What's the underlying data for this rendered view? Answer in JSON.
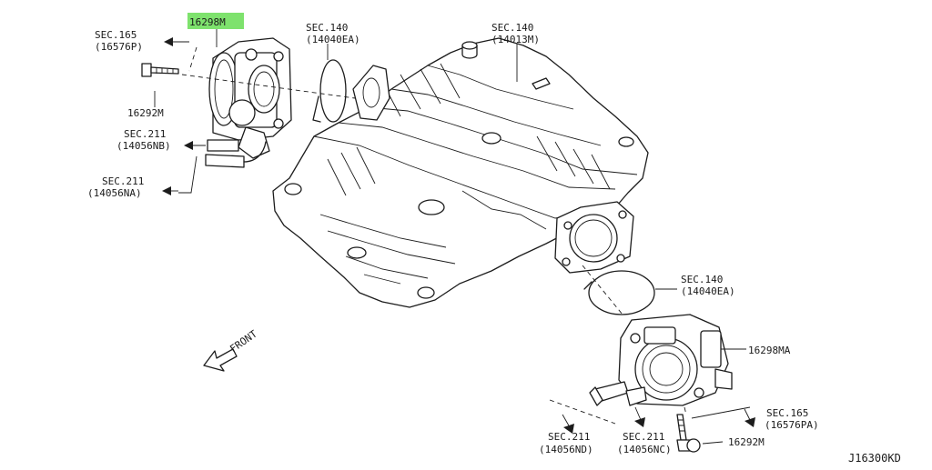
{
  "labels": {
    "part_16298m": "16298M",
    "sec165_a_title": "SEC.165",
    "sec165_a_code": "(16576P)",
    "bolt_16292m_a": "16292M",
    "sec211_nb_title": "SEC.211",
    "sec211_nb_code": "(14056NB)",
    "sec211_na_title": "SEC.211",
    "sec211_na_code": "(14056NA)",
    "sec140_a_title": "SEC.140",
    "sec140_a_code": "(14040EA)",
    "sec140_b_title": "SEC.140",
    "sec140_b_code": "(14013M)",
    "sec140_c_title": "SEC.140",
    "sec140_c_code": "(14040EA)",
    "part_16298ma": "16298MA",
    "sec165_b_title": "SEC.165",
    "sec165_b_code": "(16576PA)",
    "bolt_16292m_b": "16292M",
    "sec211_nd_title": "SEC.211",
    "sec211_nd_code": "(14056ND)",
    "sec211_nc_title": "SEC.211",
    "sec211_nc_code": "(14056NC)",
    "front": "FRONT",
    "diagram_id": "J16300KD"
  },
  "colors": {
    "highlight": "#7ee26d",
    "line": "#1c1c1c",
    "background": "#ffffff"
  }
}
